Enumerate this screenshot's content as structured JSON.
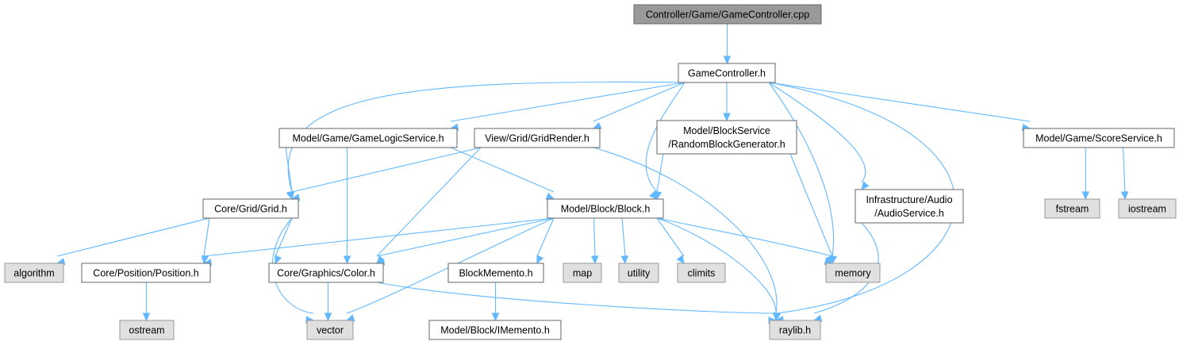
{
  "diagram": {
    "colors": {
      "edge": "#63b8ff",
      "root_fill": "#999999",
      "node_fill": "#ffffff",
      "system_fill": "#e0e0e0",
      "node_border": "#666666",
      "system_border": "#999999"
    },
    "nodes": [
      {
        "id": "gamecontroller-cpp",
        "kind": "root",
        "label": [
          "Controller/Game/GameController.cpp"
        ]
      },
      {
        "id": "gamecontroller-h",
        "kind": "local",
        "label": [
          "GameController.h"
        ]
      },
      {
        "id": "gamelogicservice-h",
        "kind": "local",
        "label": [
          "Model/Game/GameLogicService.h"
        ]
      },
      {
        "id": "gridrender-h",
        "kind": "local",
        "label": [
          "View/Grid/GridRender.h"
        ]
      },
      {
        "id": "randomblockgenerator-h",
        "kind": "local",
        "label": [
          "Model/BlockService",
          "/RandomBlockGenerator.h"
        ]
      },
      {
        "id": "scoreservice-h",
        "kind": "local",
        "label": [
          "Model/Game/ScoreService.h"
        ]
      },
      {
        "id": "grid-h",
        "kind": "local",
        "label": [
          "Core/Grid/Grid.h"
        ]
      },
      {
        "id": "block-h",
        "kind": "local",
        "label": [
          "Model/Block/Block.h"
        ]
      },
      {
        "id": "audioservice-h",
        "kind": "local",
        "label": [
          "Infrastructure/Audio",
          "/AudioService.h"
        ]
      },
      {
        "id": "fstream",
        "kind": "system",
        "label": [
          "fstream"
        ]
      },
      {
        "id": "iostream",
        "kind": "system",
        "label": [
          "iostream"
        ]
      },
      {
        "id": "algorithm",
        "kind": "system",
        "label": [
          "algorithm"
        ]
      },
      {
        "id": "position-h",
        "kind": "local",
        "label": [
          "Core/Position/Position.h"
        ]
      },
      {
        "id": "color-h",
        "kind": "local",
        "label": [
          "Core/Graphics/Color.h"
        ]
      },
      {
        "id": "blockmemento-h",
        "kind": "local",
        "label": [
          "BlockMemento.h"
        ]
      },
      {
        "id": "map",
        "kind": "system",
        "label": [
          "map"
        ]
      },
      {
        "id": "utility",
        "kind": "system",
        "label": [
          "utility"
        ]
      },
      {
        "id": "climits",
        "kind": "system",
        "label": [
          "climits"
        ]
      },
      {
        "id": "memory",
        "kind": "system",
        "label": [
          "memory"
        ]
      },
      {
        "id": "ostream",
        "kind": "system",
        "label": [
          "ostream"
        ]
      },
      {
        "id": "vector",
        "kind": "system",
        "label": [
          "vector"
        ]
      },
      {
        "id": "imemento-h",
        "kind": "local",
        "label": [
          "Model/Block/IMemento.h"
        ]
      },
      {
        "id": "raylib-h",
        "kind": "system",
        "label": [
          "raylib.h"
        ]
      }
    ],
    "edges": [
      [
        "gamecontroller-cpp",
        "gamecontroller-h"
      ],
      [
        "gamecontroller-h",
        "gamelogicservice-h"
      ],
      [
        "gamecontroller-h",
        "gridrender-h"
      ],
      [
        "gamecontroller-h",
        "randomblockgenerator-h"
      ],
      [
        "gamecontroller-h",
        "scoreservice-h"
      ],
      [
        "gamecontroller-h",
        "grid-h"
      ],
      [
        "gamecontroller-h",
        "block-h"
      ],
      [
        "gamecontroller-h",
        "audioservice-h"
      ],
      [
        "gamecontroller-h",
        "memory"
      ],
      [
        "gamecontroller-h",
        "raylib-h"
      ],
      [
        "gamelogicservice-h",
        "grid-h"
      ],
      [
        "gamelogicservice-h",
        "block-h"
      ],
      [
        "gamelogicservice-h",
        "color-h"
      ],
      [
        "gridrender-h",
        "grid-h"
      ],
      [
        "gridrender-h",
        "color-h"
      ],
      [
        "gridrender-h",
        "raylib-h"
      ],
      [
        "randomblockgenerator-h",
        "block-h"
      ],
      [
        "randomblockgenerator-h",
        "memory"
      ],
      [
        "scoreservice-h",
        "fstream"
      ],
      [
        "scoreservice-h",
        "iostream"
      ],
      [
        "grid-h",
        "algorithm"
      ],
      [
        "grid-h",
        "position-h"
      ],
      [
        "grid-h",
        "color-h"
      ],
      [
        "grid-h",
        "vector"
      ],
      [
        "block-h",
        "position-h"
      ],
      [
        "block-h",
        "color-h"
      ],
      [
        "block-h",
        "blockmemento-h"
      ],
      [
        "block-h",
        "map"
      ],
      [
        "block-h",
        "utility"
      ],
      [
        "block-h",
        "climits"
      ],
      [
        "block-h",
        "memory"
      ],
      [
        "block-h",
        "vector"
      ],
      [
        "block-h",
        "raylib-h"
      ],
      [
        "audioservice-h",
        "raylib-h"
      ],
      [
        "position-h",
        "ostream"
      ],
      [
        "color-h",
        "vector"
      ],
      [
        "color-h",
        "raylib-h"
      ],
      [
        "blockmemento-h",
        "imemento-h"
      ]
    ]
  }
}
